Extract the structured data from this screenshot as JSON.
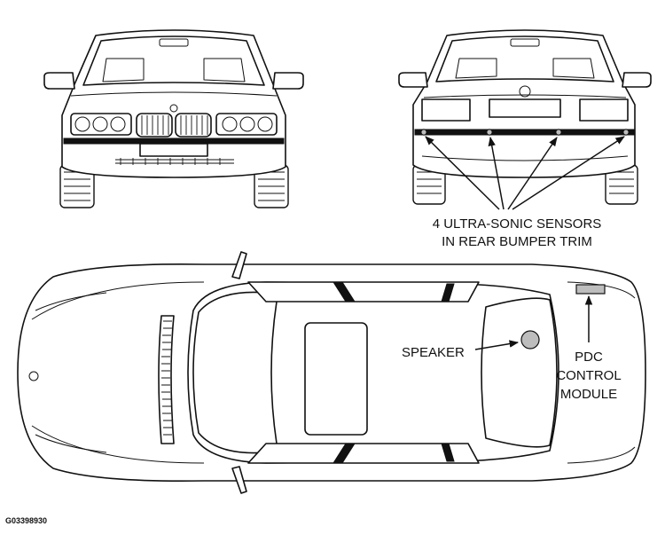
{
  "labels": {
    "sensors_line1": "4 ULTRA-SONIC SENSORS",
    "sensors_line2": "IN REAR BUMPER TRIM",
    "speaker": "SPEAKER",
    "pdc_line1": "PDC",
    "pdc_line2": "CONTROL",
    "pdc_line3": "MODULE",
    "figure_code": "G03398930"
  }
}
